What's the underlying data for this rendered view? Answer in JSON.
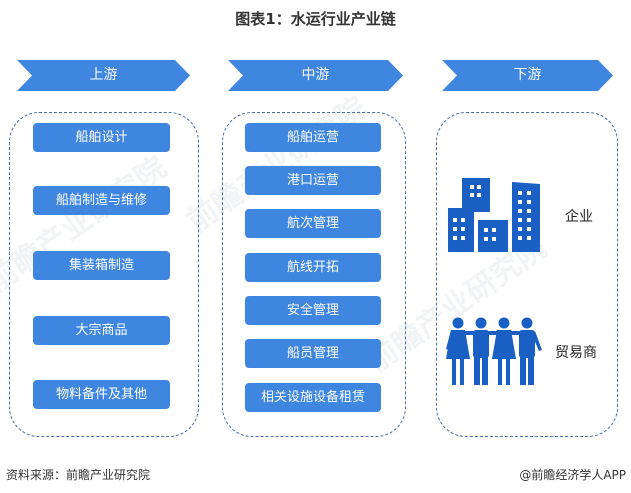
{
  "title": "图表1：水运行业产业链",
  "colors": {
    "arrow": "#3f86e0",
    "pill": "#3f86e0",
    "icon": "#1a5fc4",
    "panel_border": "#4a6fa5"
  },
  "stages": [
    {
      "label": "上游",
      "items": [
        "船舶设计",
        "船舶制造与维修",
        "集装箱制造",
        "大宗商品",
        "物料备件及其他"
      ]
    },
    {
      "label": "中游",
      "items": [
        "船舶运营",
        "港口运营",
        "航次管理",
        "航线开拓",
        "安全管理",
        "船员管理",
        "相关设施设备租赁"
      ]
    },
    {
      "label": "下游",
      "items": [
        {
          "icon": "buildings-icon",
          "label": "企业"
        },
        {
          "icon": "people-icon",
          "label": "贸易商"
        }
      ]
    }
  ],
  "footer": {
    "source": "资料来源：前瞻产业研究院",
    "credit": "@前瞻经济学人APP"
  },
  "watermark": "前瞻产业研究院"
}
